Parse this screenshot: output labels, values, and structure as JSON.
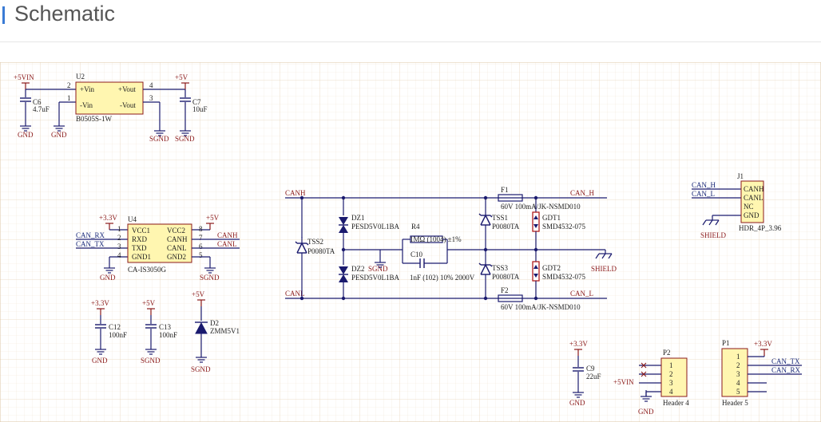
{
  "page": {
    "title": "Schematic"
  },
  "u2": {
    "ref": "U2",
    "part": "B0505S-1W",
    "vin_p": "+Vin",
    "vin_n": "-Vin",
    "vout_p": "+Vout",
    "vout_n": "-Vout",
    "pin2": "2",
    "pin1": "1",
    "pin4": "4",
    "pin3": "3"
  },
  "c6": {
    "ref": "C6",
    "val": "4.7uF"
  },
  "c7": {
    "ref": "C7",
    "val": "10uF"
  },
  "u4": {
    "ref": "U4",
    "part": "CA-IS3050G",
    "vcc1": "VCC1",
    "rxd": "RXD",
    "txd": "TXD",
    "gnd1": "GND1",
    "vcc2": "VCC2",
    "canh": "CANH",
    "canl": "CANL",
    "gnd2": "GND2",
    "p1": "1",
    "p2": "2",
    "p3": "3",
    "p4": "4",
    "p8": "8",
    "p7": "7",
    "p6": "6",
    "p5": "5"
  },
  "c12": {
    "ref": "C12",
    "val": "100nF"
  },
  "c13": {
    "ref": "C13",
    "val": "100nF"
  },
  "d2": {
    "ref": "D2",
    "val": "ZMM5V1"
  },
  "tss2": {
    "ref": "TSS2",
    "val": "P0080TA"
  },
  "dz1": {
    "ref": "DZ1",
    "val": "PESD5V0L1BA"
  },
  "dz2": {
    "ref": "DZ2",
    "val": "PESD5V0L1BA"
  },
  "r4": {
    "ref": "R4",
    "val": "1MΩ (1004) ±1%"
  },
  "c10": {
    "ref": "C10",
    "val": "1nF (102) 10% 2000V"
  },
  "tss1": {
    "ref": "TSS1",
    "val": "P0080TA"
  },
  "tss3": {
    "ref": "TSS3",
    "val": "P0080TA"
  },
  "f1": {
    "ref": "F1",
    "val": "60V 100mA/JK-NSMD010"
  },
  "f2": {
    "ref": "F2",
    "val": "60V 100mA/JK-NSMD010"
  },
  "gdt1": {
    "ref": "GDT1",
    "val": "SMD4532-075"
  },
  "gdt2": {
    "ref": "GDT2",
    "val": "SMD4532-075"
  },
  "j1": {
    "ref": "J1",
    "part": "HDR_4P_3.96",
    "pins": [
      "CANH",
      "CANL",
      "NC",
      "GND"
    ]
  },
  "c9": {
    "ref": "C9",
    "val": "22uF"
  },
  "p2": {
    "ref": "P2",
    "part": "Header 4",
    "pins": [
      "1",
      "2",
      "3",
      "4"
    ]
  },
  "p1": {
    "ref": "P1",
    "part": "Header 5",
    "pins": [
      "1",
      "2",
      "3",
      "4",
      "5"
    ]
  },
  "nets": {
    "vin5": "+5VIN",
    "v5": "+5V",
    "v33": "+3.3V",
    "gnd": "GND",
    "sgnd": "SGND",
    "canh": "CANH",
    "canl": "CANL",
    "can_h": "CAN_H",
    "can_l": "CAN_L",
    "can_rx": "CAN_RX",
    "can_tx": "CAN_TX",
    "shield": "SHIELD"
  }
}
